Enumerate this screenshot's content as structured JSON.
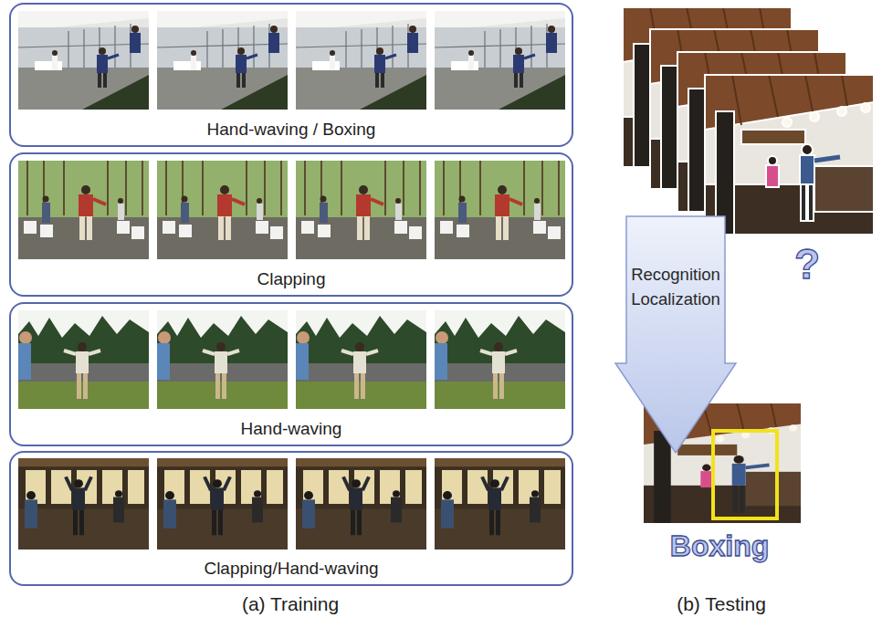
{
  "diagram": {
    "nodes": [
      {
        "text": [
          "Hand-waving / Boxing"
        ]
      },
      {
        "text": [
          "Clapping"
        ]
      },
      {
        "text": [
          "Hand-waving"
        ]
      },
      {
        "text": [
          "Clapping/Hand-waving"
        ]
      },
      {
        "text": [
          "Recognition Localization"
        ]
      }
    ],
    "labels": [
      "(a) Training",
      "(b) Testing",
      "?",
      "Boxing"
    ]
  }
}
